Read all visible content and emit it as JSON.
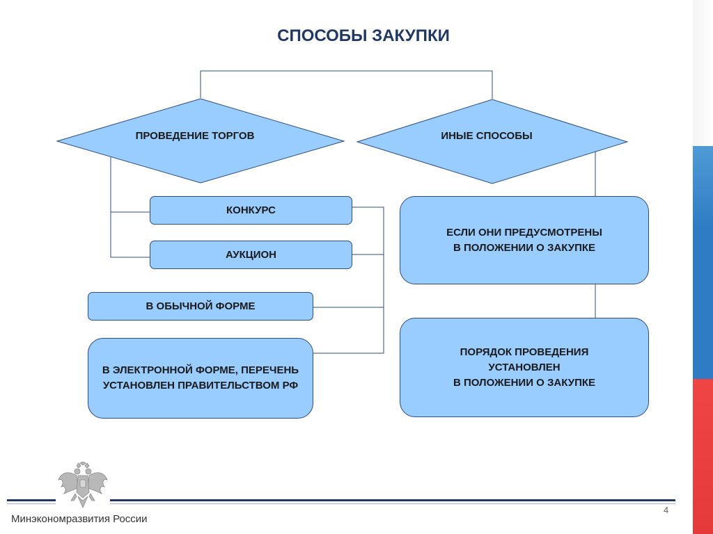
{
  "slide": {
    "title": "СПОСОБЫ ЗАКУПКИ",
    "page_number": "4",
    "footer_org": "Минэкономразвития России"
  },
  "diagram": {
    "decision_left": "ПРОВЕДЕНИЕ ТОРГОВ",
    "decision_right": "ИНЫЕ СПОСОБЫ",
    "box_konkurs": "КОНКУРС",
    "box_auktsion": "АУКЦИОН",
    "box_obychnaya": "В ОБЫЧНОЙ ФОРМЕ",
    "box_elektronnaya": "В ЭЛЕКТРОННОЙ ФОРМЕ, ПЕРЕЧЕНЬ\nУСТАНОВЛЕН ПРАВИТЕЛЬСТВОМ РФ",
    "box_esli": "ЕСЛИ ОНИ ПРЕДУСМОТРЕНЫ\nВ ПОЛОЖЕНИИ О ЗАКУПКЕ",
    "box_poryadok": "ПОРЯДОК ПРОВЕДЕНИЯ\nУСТАНОВЛЕН\nВ ПОЛОЖЕНИИ О ЗАКУПКЕ"
  },
  "colors": {
    "shape_fill": "#99ccff",
    "shape_border": "#2e4c7e",
    "title": "#1f3864",
    "flag_blue": "#2f7cc4",
    "flag_red": "#e53a3a"
  },
  "icons": {
    "emblem": "russian-coat-of-arms-icon"
  }
}
